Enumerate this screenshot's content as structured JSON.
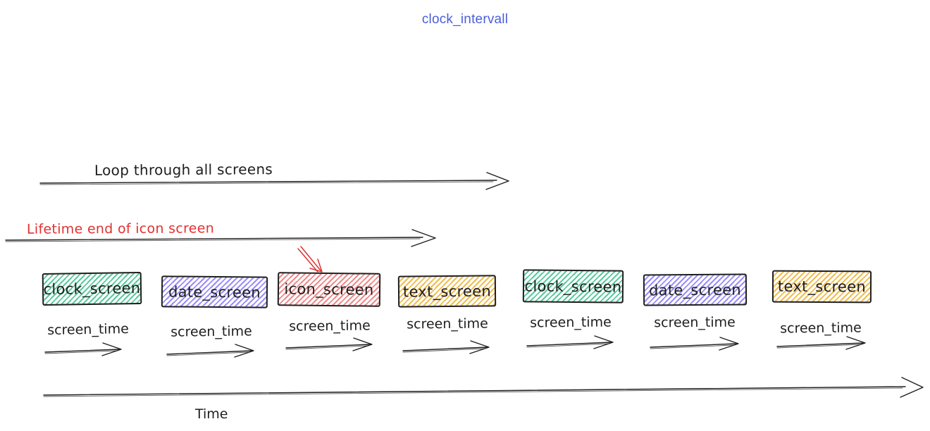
{
  "title": {
    "text": "clock_intervall",
    "color": "#4a5fd8"
  },
  "labels": {
    "loop": "Loop through all screens",
    "lifetime": "Lifetime end of icon screen",
    "screen_time": "screen_time",
    "time": "Time"
  },
  "colors": {
    "stroke": "#1e1e1e",
    "red": "#e03131",
    "green_hatch": "#5bc9a1",
    "purple_hatch": "#9b8cfa",
    "red_hatch": "#ef8a8a",
    "yellow_hatch": "#f0bd4e"
  },
  "boxes": [
    {
      "label": "clock_screen",
      "color": "#5bc9a1"
    },
    {
      "label": "date_screen",
      "color": "#9b8cfa"
    },
    {
      "label": "icon_screen",
      "color": "#ef8a8a"
    },
    {
      "label": "text_screen",
      "color": "#f0bd4e"
    },
    {
      "label": "clock_screen",
      "color": "#5bc9a1"
    },
    {
      "label": "date_screen",
      "color": "#9b8cfa"
    },
    {
      "label": "text_screen",
      "color": "#f0bd4e"
    }
  ]
}
